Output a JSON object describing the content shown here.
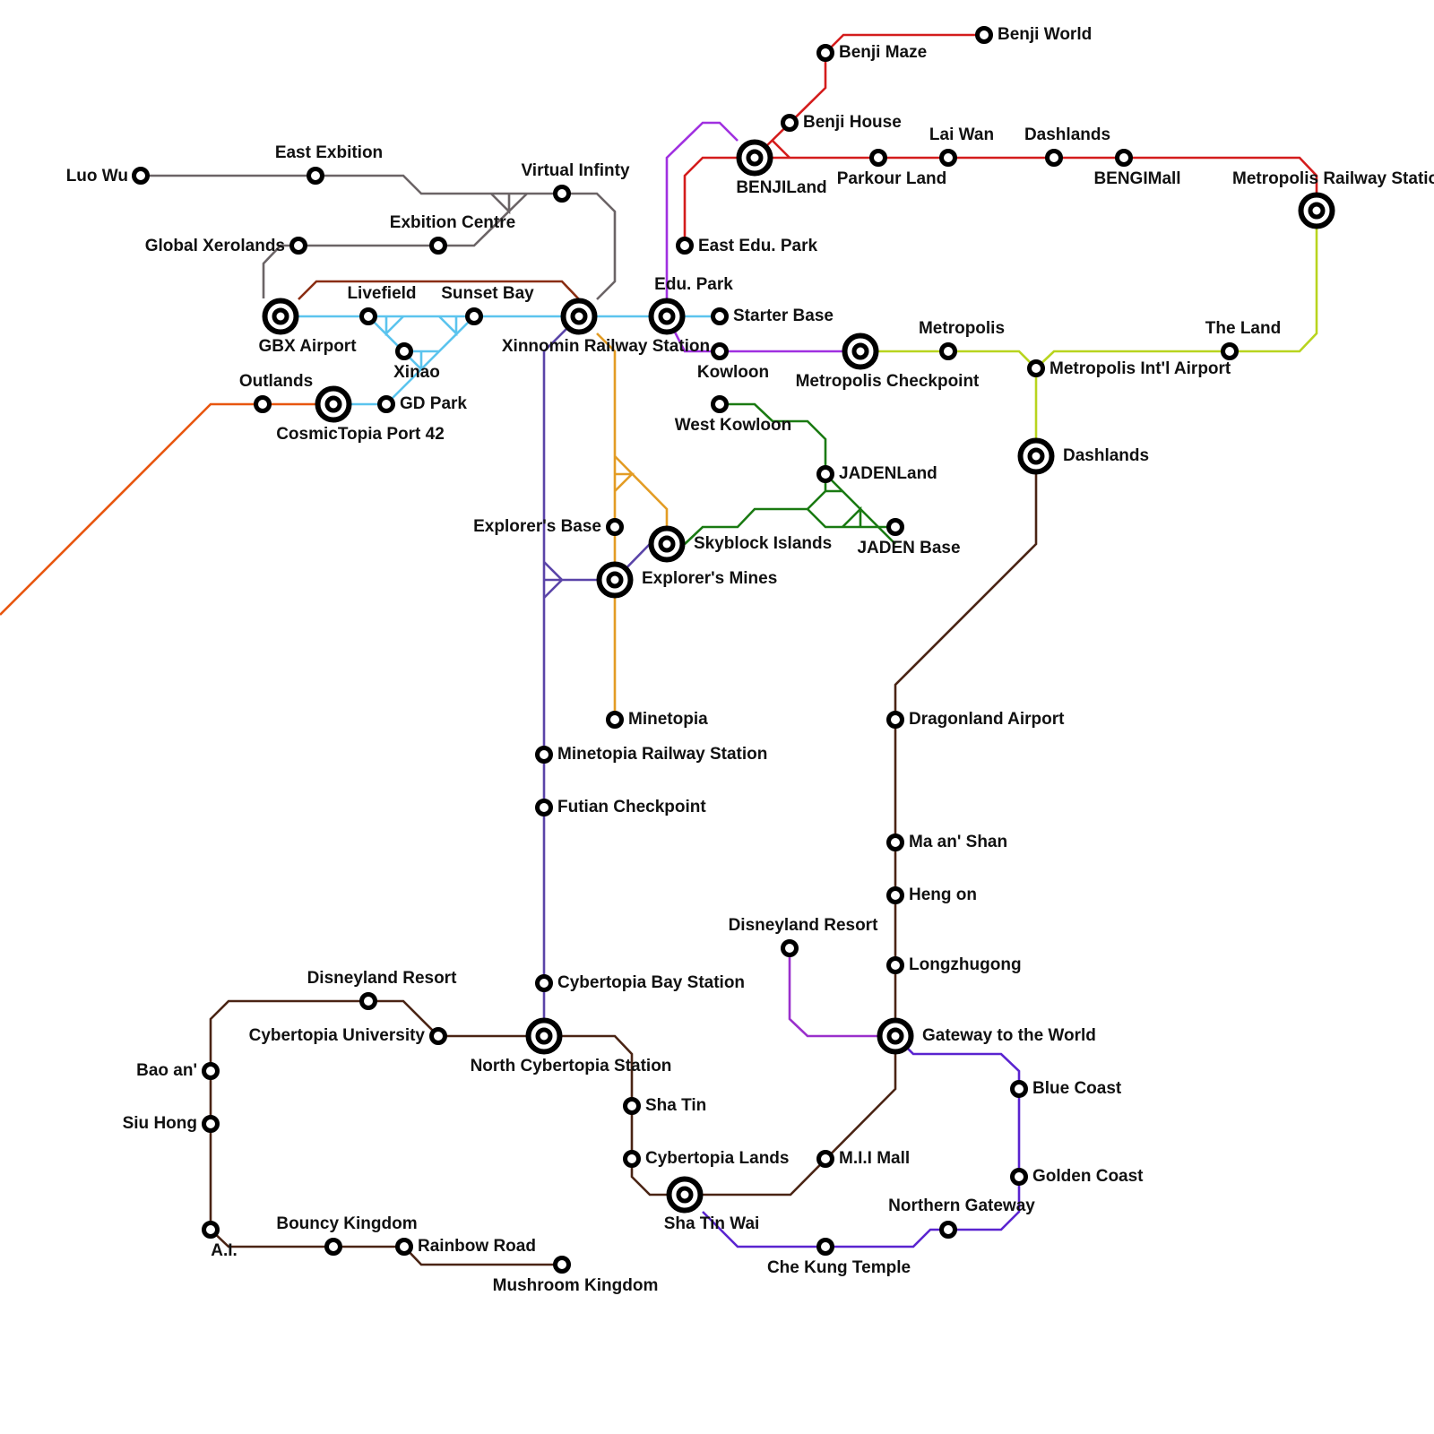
{
  "lines": [
    {
      "id": "grey",
      "name": "grey-line",
      "color": "#6b6466"
    },
    {
      "id": "rust",
      "name": "rust-line",
      "color": "#8a2d12"
    },
    {
      "id": "sky",
      "name": "sky-blue-line",
      "color": "#5bc4ee"
    },
    {
      "id": "orangered",
      "name": "orange-red-line",
      "color": "#e8560f"
    },
    {
      "id": "purple",
      "name": "purple-line",
      "color": "#a030e0"
    },
    {
      "id": "lime",
      "name": "lime-line",
      "color": "#b8d41e"
    },
    {
      "id": "red",
      "name": "red-line",
      "color": "#d41c1c"
    },
    {
      "id": "indigo",
      "name": "indigo-line",
      "color": "#5a44a8"
    },
    {
      "id": "amber",
      "name": "amber-line",
      "color": "#e39c24"
    },
    {
      "id": "green",
      "name": "green-line",
      "color": "#1a7a12"
    },
    {
      "id": "brown",
      "name": "brown-line",
      "color": "#4a2414"
    },
    {
      "id": "violet",
      "name": "violet-line",
      "color": "#9a30cc"
    },
    {
      "id": "blueviolet",
      "name": "blue-violet-line",
      "color": "#5a24d0"
    }
  ],
  "stations": [
    {
      "name": "Luo Wu",
      "interchange": false
    },
    {
      "name": "East Exbition",
      "interchange": false
    },
    {
      "name": "Virtual Infinty",
      "interchange": false
    },
    {
      "name": "Global Xerolands",
      "interchange": false
    },
    {
      "name": "Exbition Centre",
      "interchange": false
    },
    {
      "name": "GBX Airport",
      "interchange": true
    },
    {
      "name": "Livefield",
      "interchange": false
    },
    {
      "name": "Sunset Bay",
      "interchange": false
    },
    {
      "name": "Xinao",
      "interchange": false
    },
    {
      "name": "Xinnomin Railway Station",
      "interchange": true
    },
    {
      "name": "Edu. Park",
      "interchange": true
    },
    {
      "name": "Starter Base",
      "interchange": false
    },
    {
      "name": "Outlands",
      "interchange": false
    },
    {
      "name": "CosmicTopia Port 42",
      "interchange": true
    },
    {
      "name": "GD Park",
      "interchange": false
    },
    {
      "name": "Kowloon",
      "interchange": false
    },
    {
      "name": "Metropolis Checkpoint",
      "interchange": true
    },
    {
      "name": "Metropolis",
      "interchange": false
    },
    {
      "name": "Metropolis Int'l Airport",
      "interchange": false
    },
    {
      "name": "The Land",
      "interchange": false
    },
    {
      "name": "Metropolis Railway Station",
      "interchange": true
    },
    {
      "name": "BENJILand",
      "interchange": true
    },
    {
      "name": "Benji House",
      "interchange": false
    },
    {
      "name": "Benji Maze",
      "interchange": false
    },
    {
      "name": "Benji World",
      "interchange": false
    },
    {
      "name": "Parkour Land",
      "interchange": false
    },
    {
      "name": "Lai Wan",
      "interchange": false
    },
    {
      "name": "Dashlands",
      "interchange": false
    },
    {
      "name": "BENGIMall",
      "interchange": false
    },
    {
      "name": "East Edu. Park",
      "interchange": false
    },
    {
      "name": "West Kowloon",
      "interchange": false
    },
    {
      "name": "JADENLand",
      "interchange": false
    },
    {
      "name": "JADEN Base",
      "interchange": false
    },
    {
      "name": "Skyblock Islands",
      "interchange": true
    },
    {
      "name": "Explorer's Base",
      "interchange": false
    },
    {
      "name": "Explorer's Mines",
      "interchange": true
    },
    {
      "name": "Minetopia",
      "interchange": false
    },
    {
      "name": "Minetopia Railway Station",
      "interchange": false
    },
    {
      "name": "Futian Checkpoint",
      "interchange": false
    },
    {
      "name": "Cybertopia Bay Station",
      "interchange": false
    },
    {
      "name": "North Cybertopia Station",
      "interchange": true
    },
    {
      "name": "Dashlands",
      "interchange": true
    },
    {
      "name": "Dragonland Airport",
      "interchange": false
    },
    {
      "name": "Ma an' Shan",
      "interchange": false
    },
    {
      "name": "Heng on",
      "interchange": false
    },
    {
      "name": "Longzhugong",
      "interchange": false
    },
    {
      "name": "Gateway to the World",
      "interchange": true
    },
    {
      "name": "Disneyland Resort",
      "interchange": false
    },
    {
      "name": "Blue Coast",
      "interchange": false
    },
    {
      "name": "Golden Coast",
      "interchange": false
    },
    {
      "name": "Northern Gateway",
      "interchange": false
    },
    {
      "name": "Che Kung Temple",
      "interchange": false
    },
    {
      "name": "M.I.I Mall",
      "interchange": false
    },
    {
      "name": "Sha Tin Wai",
      "interchange": true
    },
    {
      "name": "Sha Tin",
      "interchange": false
    },
    {
      "name": "Cybertopia Lands",
      "interchange": false
    },
    {
      "name": "Cybertopia University",
      "interchange": false
    },
    {
      "name": "Disneyland Resort",
      "interchange": false
    },
    {
      "name": "Bao an'",
      "interchange": false
    },
    {
      "name": "Siu Hong",
      "interchange": false
    },
    {
      "name": "A.I.",
      "interchange": false
    },
    {
      "name": "Bouncy Kingdom",
      "interchange": false
    },
    {
      "name": "Rainbow Road",
      "interchange": false
    },
    {
      "name": "Mushroom Kingdom",
      "interchange": false
    }
  ]
}
